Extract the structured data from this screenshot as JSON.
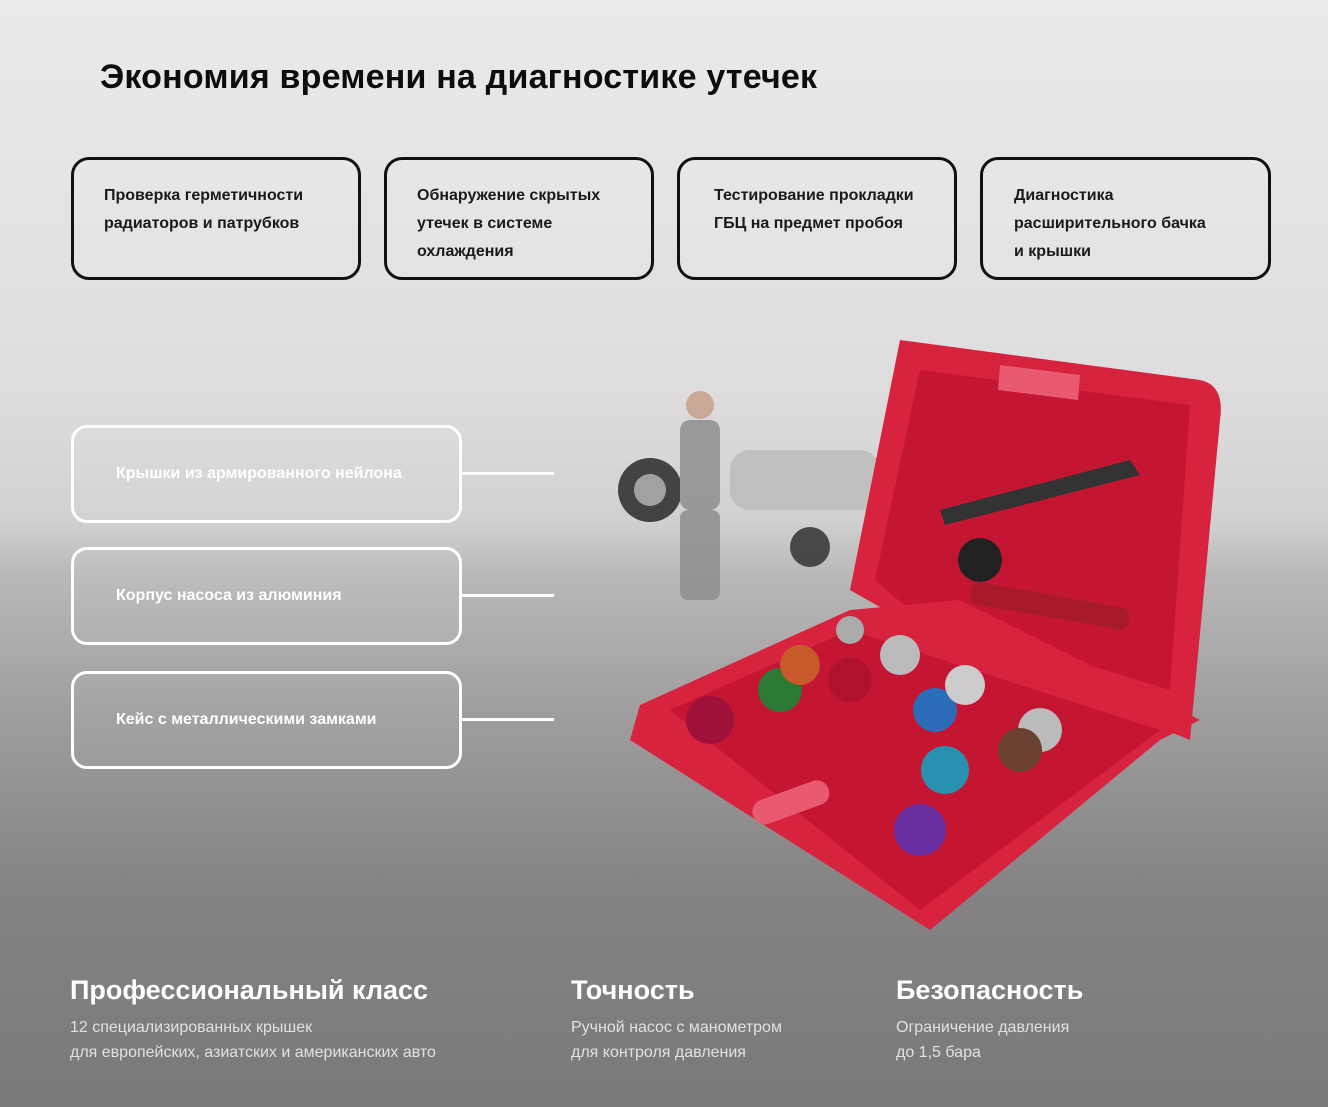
{
  "title": "Экономия времени на диагностике утечек",
  "top_cards": [
    {
      "lines": [
        "Проверка герметичности",
        "радиаторов и патрубков"
      ]
    },
    {
      "lines": [
        "Обнаружение скрытых",
        "утечек в системе",
        "охлаждения"
      ]
    },
    {
      "lines": [
        "Тестирование прокладки",
        "ГБЦ на предмет пробоя"
      ]
    },
    {
      "lines": [
        "Диагностика",
        "расширительного бачка",
        "и крышки"
      ]
    }
  ],
  "features": [
    "Крышки из армированного нейлона",
    "Корпус насоса из алюминия",
    "Кейс с металлическими замками"
  ],
  "bottom": [
    {
      "title": "Профессиональный класс",
      "lines": [
        "12 специализированных крышек",
        "для европейских, азиатских и американских авто"
      ]
    },
    {
      "title": "Точность",
      "lines": [
        "Ручной насос с манометром",
        "для контроля давления"
      ]
    },
    {
      "title": "Безопасность",
      "lines": [
        "Ограничение давления",
        "до 1,5 бара"
      ]
    }
  ],
  "colors": {
    "case": "#d8233f",
    "case_inner": "#c41632"
  }
}
